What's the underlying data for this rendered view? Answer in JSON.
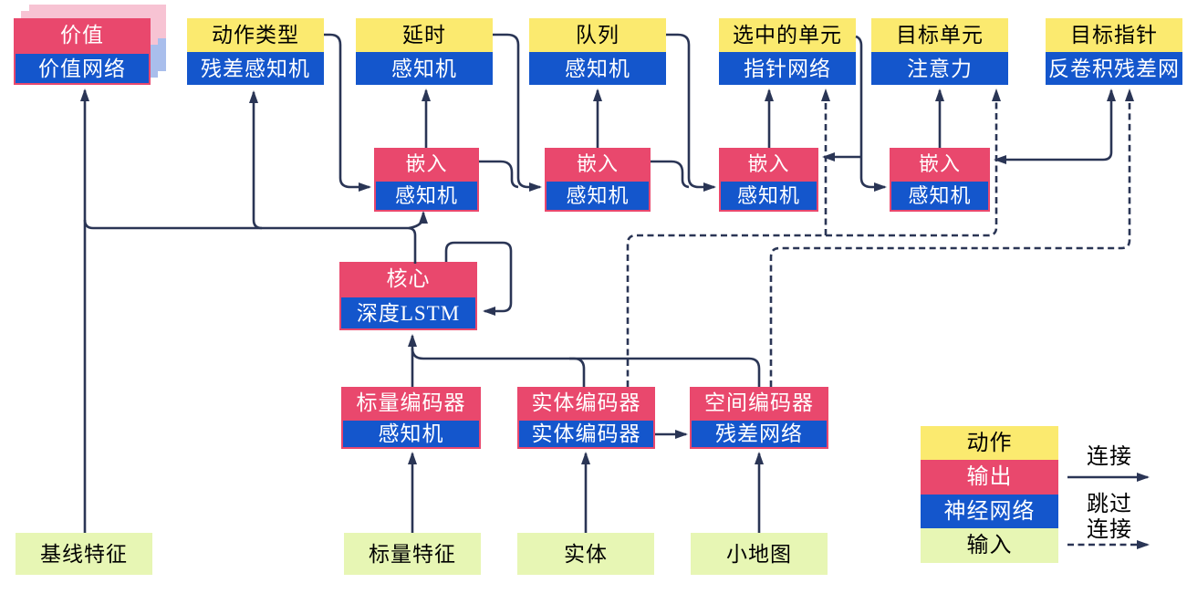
{
  "palette": {
    "action_yellow": "#FBEA6F",
    "output_red": "#E9486D",
    "network_blue": "#1456CC",
    "input_green": "#E7F6B4",
    "line_navy": "#2A3555",
    "stack_pink": "#F7C3D3",
    "stack_blue": "#A9BEEC"
  },
  "nodes": {
    "value": {
      "top": "价值",
      "bottom": "价值网络"
    },
    "action_type": {
      "top": "动作类型",
      "bottom": "残差感知机"
    },
    "delay": {
      "top": "延时",
      "bottom": "感知机"
    },
    "queue": {
      "top": "队列",
      "bottom": "感知机"
    },
    "selected_units": {
      "top": "选中的单元",
      "bottom": "指针网络"
    },
    "target_unit": {
      "top": "目标单元",
      "bottom": "注意力"
    },
    "target_pointer": {
      "top": "目标指针",
      "bottom": "反卷积残差网"
    },
    "embed1": {
      "top": "嵌入",
      "bottom": "感知机"
    },
    "embed2": {
      "top": "嵌入",
      "bottom": "感知机"
    },
    "embed3": {
      "top": "嵌入",
      "bottom": "感知机"
    },
    "embed4": {
      "top": "嵌入",
      "bottom": "感知机"
    },
    "core": {
      "top": "核心",
      "bottom": "深度LSTM"
    },
    "scalar_encoder": {
      "top": "标量编码器",
      "bottom": "感知机"
    },
    "entity_encoder": {
      "top": "实体编码器",
      "bottom": "实体编码器"
    },
    "spatial_encoder": {
      "top": "空间编码器",
      "bottom": "残差网络"
    },
    "baseline_features": {
      "label": "基线特征"
    },
    "scalar_features": {
      "label": "标量特征"
    },
    "entities": {
      "label": "实体"
    },
    "minimap": {
      "label": "小地图"
    }
  },
  "legend": {
    "action_label": "动作",
    "output_label": "输出",
    "network_label": "神经网络",
    "input_label": "输入",
    "connection_label": "连接",
    "skip_line1": "跳过",
    "skip_line2": "连接"
  }
}
